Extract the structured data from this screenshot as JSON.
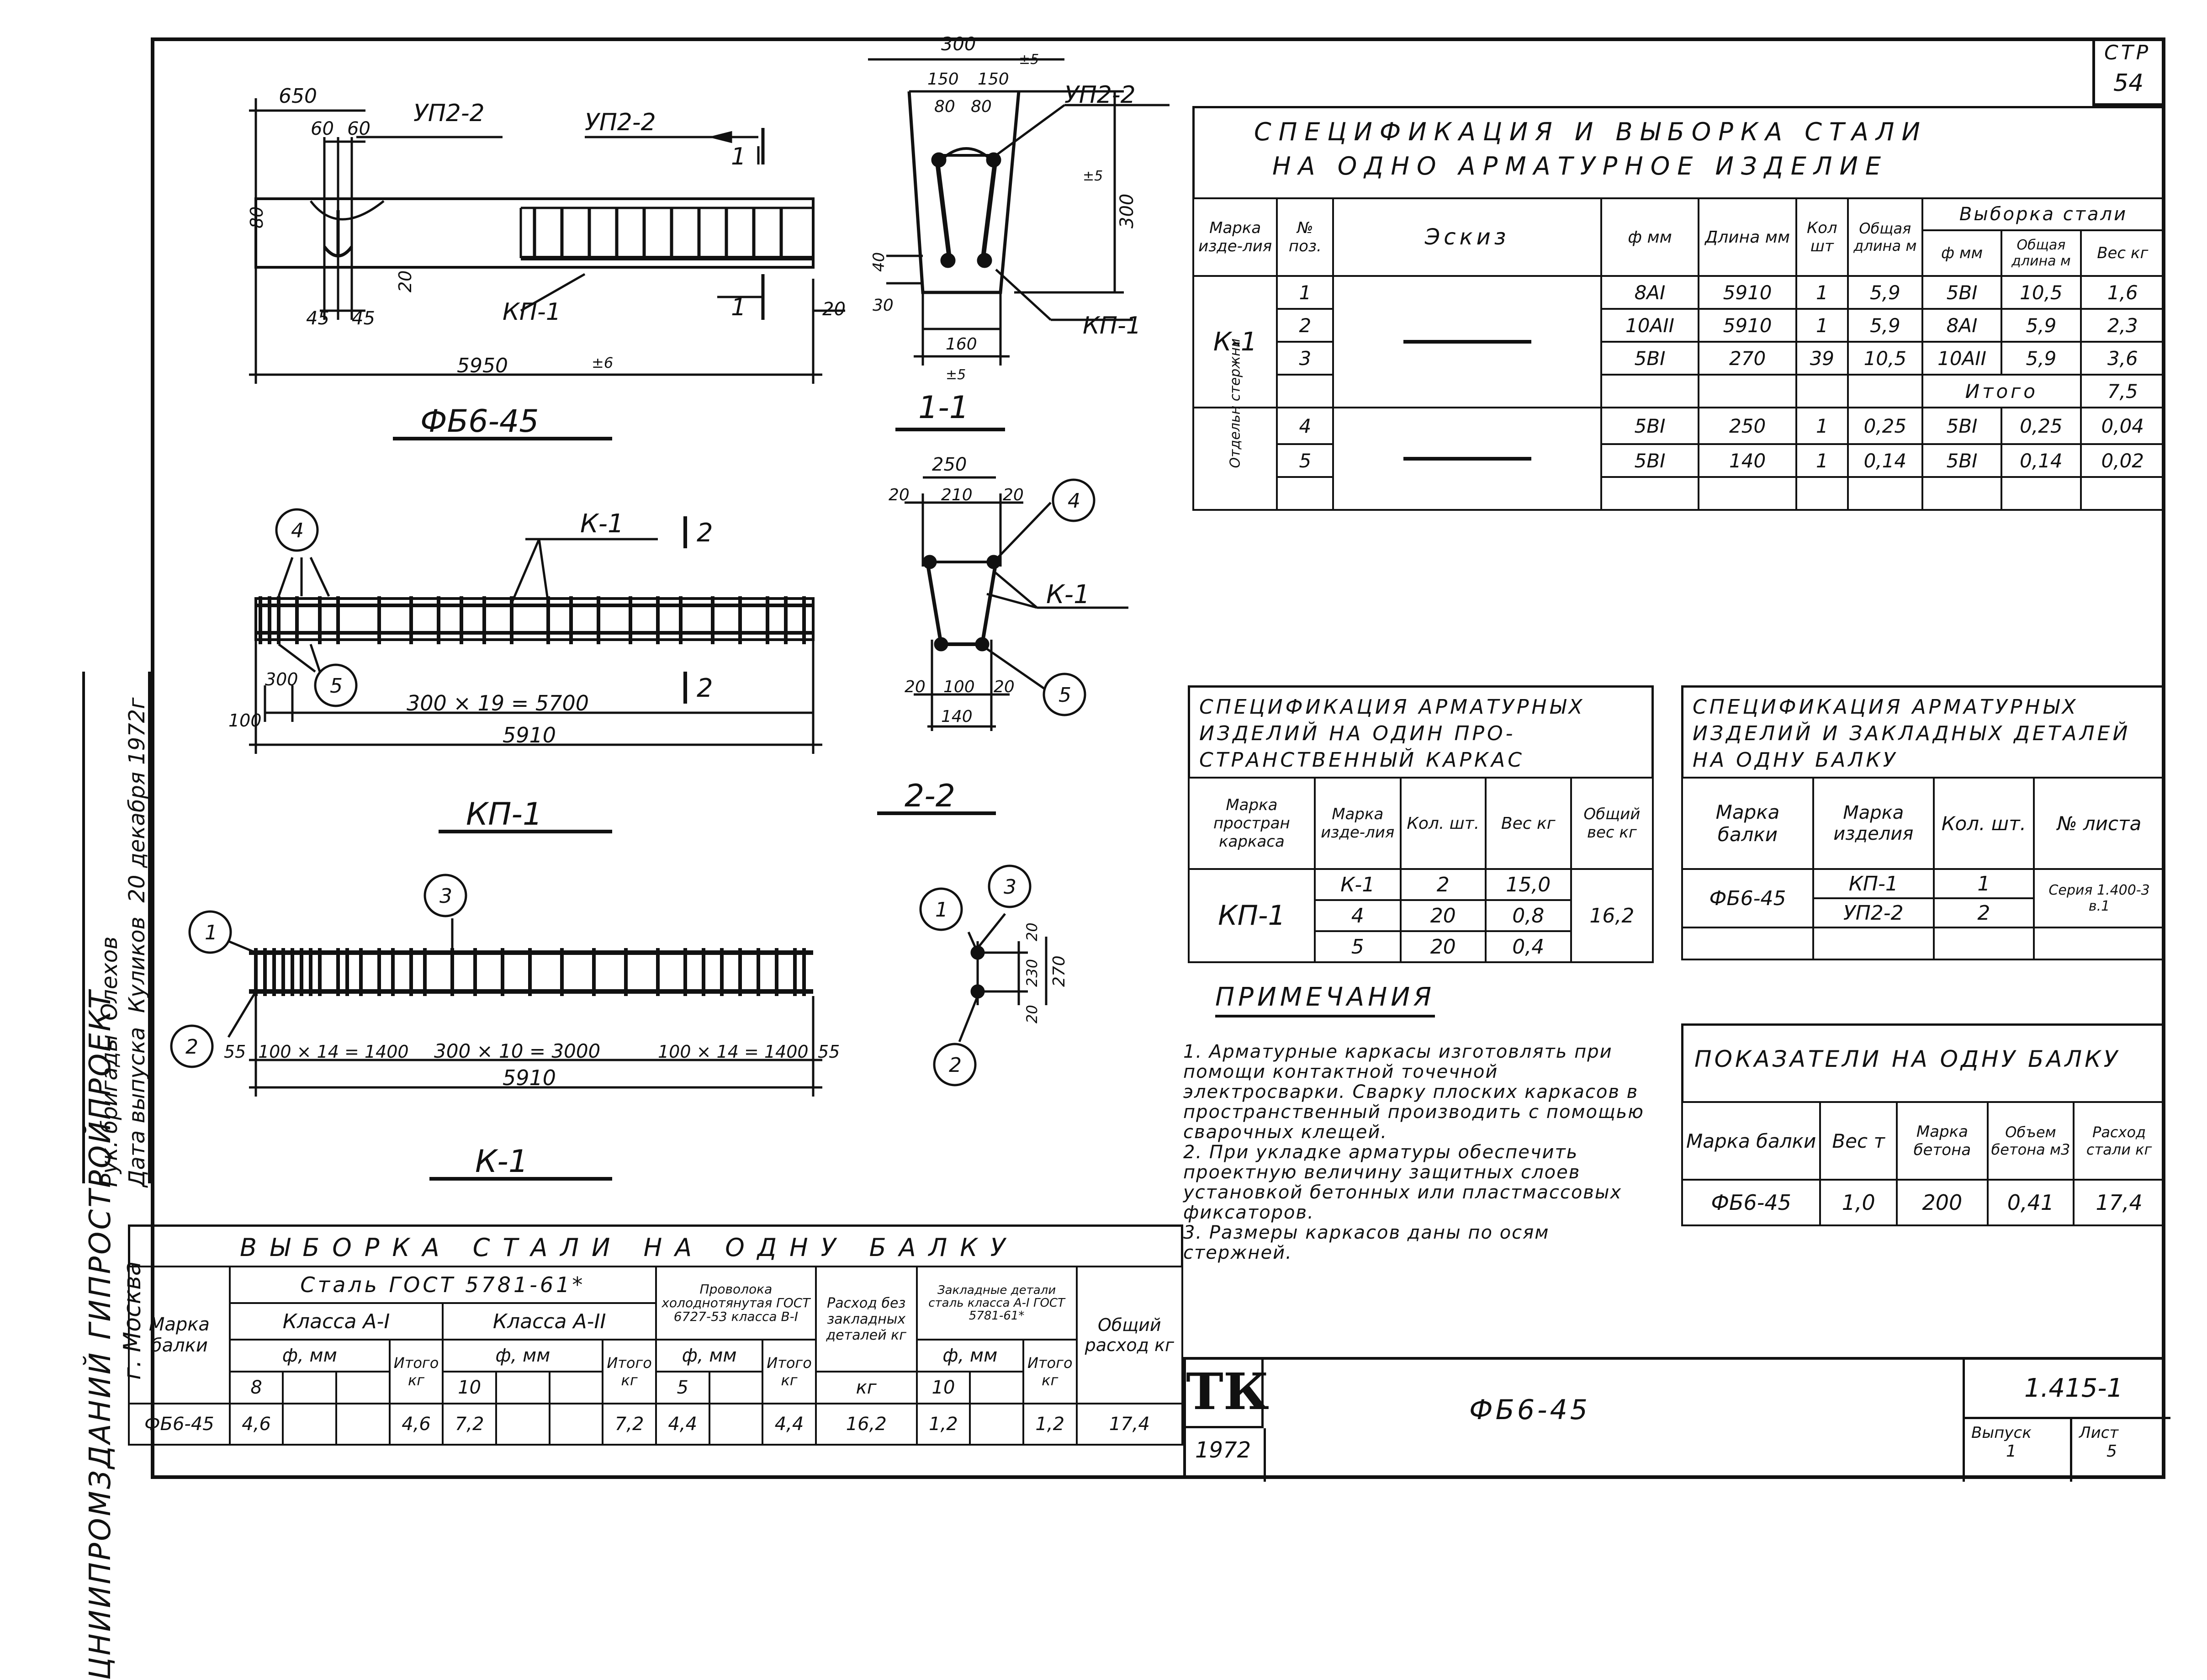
{
  "page": {
    "sheet_label": "СТР",
    "sheet_no": "54"
  },
  "drawings": {
    "fb_title": "ФБ6-45",
    "kp_title": "КП-1",
    "k_title": "К-1",
    "sec11": "1-1",
    "sec22": "2-2",
    "fb": {
      "d650": "650",
      "d60a": "60",
      "d60b": "60",
      "upg_left": "УП2-2",
      "upg_right": "УП2-2",
      "d80": "80",
      "d20": "20",
      "d45a": "45",
      "d45b": "45",
      "kp": "КП-1",
      "d20r": "20",
      "total": "5950",
      "tol": "±6",
      "cut": "1"
    },
    "s11": {
      "d300": "300",
      "tol_top": "±5",
      "d150a": "150",
      "d150b": "150",
      "d80a": "80",
      "d80b": "80",
      "upg": "УП2-2",
      "h300": "300",
      "tol_r": "±5",
      "d40": "40",
      "d30": "30",
      "d160": "160",
      "tol_b": "±5",
      "kp": "КП-1"
    },
    "kp": {
      "k1": "К-1",
      "n4": "4",
      "n5": "5",
      "d300": "300",
      "d100": "100",
      "span": "300 × 19 = 5700",
      "total": "5910",
      "cut": "2"
    },
    "s22": {
      "d250": "250",
      "d20a": "20",
      "d210": "210",
      "d20b": "20",
      "n4": "4",
      "k1": "К-1",
      "n5": "5",
      "d20c": "20",
      "d100": "100",
      "d20d": "20",
      "d140": "140"
    },
    "k": {
      "n1": "1",
      "n2": "2",
      "n3": "3",
      "d55a": "55",
      "span1": "100 × 14 = 1400",
      "span2": "300 × 10 = 3000",
      "span3": "100 × 14 = 1400",
      "d55b": "55",
      "total": "5910"
    },
    "kx": {
      "n1": "1",
      "n2": "2",
      "n3": "3",
      "d20a": "20",
      "d230": "230",
      "d270": "270",
      "d20b": "20"
    }
  },
  "spec_main": {
    "title1": "СПЕЦИФИКАЦИЯ И ВЫБОРКА СТАЛИ",
    "title2": "НА ОДНО АРМАТУРНОЕ ИЗДЕЛИЕ",
    "headers": {
      "marka": "Марка изде-лия",
      "pos": "№ поз.",
      "sketch": "Эскиз",
      "d": "ф мм",
      "len": "Длина мм",
      "qty": "Кол шт",
      "total": "Общая длина м",
      "vyb": "Выборка стали",
      "vd": "ф мм",
      "vlen": "Общая длина м",
      "w": "Вес кг"
    },
    "group1": "К-1",
    "group2": "Отдельн стержни",
    "rows": [
      [
        "1",
        "8АI",
        "5910",
        "1",
        "5,9",
        "5ВI",
        "10,5",
        "1,6"
      ],
      [
        "2",
        "10АII",
        "5910",
        "1",
        "5,9",
        "8АI",
        "5,9",
        "2,3"
      ],
      [
        "3",
        "5ВI",
        "270",
        "39",
        "10,5",
        "10АII",
        "5,9",
        "3,6"
      ],
      [
        "4",
        "5ВI",
        "250",
        "1",
        "0,25",
        "5ВI",
        "0,25",
        "0,04"
      ],
      [
        "5",
        "5ВI",
        "140",
        "1",
        "0,14",
        "5ВI",
        "0,14",
        "0,02"
      ]
    ],
    "itogo": "Итого",
    "itogo_val": "7,5"
  },
  "spec_kp": {
    "title": "СПЕЦИФИКАЦИЯ АРМАТУРНЫХ ИЗДЕЛИЙ НА ОДИН ПРО-СТРАНСТВЕННЫЙ КАРКАС",
    "headers": [
      "Марка простран каркаса",
      "Марка изде-лия",
      "Кол. шт.",
      "Вес кг",
      "Общий вес кг"
    ],
    "marka": "КП-1",
    "rows": [
      [
        "К-1",
        "2",
        "15,0"
      ],
      [
        "4",
        "20",
        "0,8"
      ],
      [
        "5",
        "20",
        "0,4"
      ]
    ],
    "total": "16,2"
  },
  "spec_beam": {
    "title": "СПЕЦИФИКАЦИЯ АРМАТУРНЫХ ИЗДЕЛИЙ И ЗАКЛАДНЫХ ДЕТАЛЕЙ НА ОДНУ БАЛКУ",
    "headers": [
      "Марка балки",
      "Марка изделия",
      "Кол. шт.",
      "№ листа"
    ],
    "marka": "ФБ6-45",
    "rows": [
      [
        "КП-1",
        "1"
      ],
      [
        "УП2-2",
        "2"
      ]
    ],
    "sheet": "Серия 1.400-3 в.1"
  },
  "notes": {
    "title": "ПРИМЕЧАНИЯ",
    "items": [
      "1. Арматурные каркасы изготовлять при помощи контактной точечной электросварки. Сварку плоских каркасов в пространственный производить с помощью сварочных клещей.",
      "2. При укладке арматуры обеспечить проектную величину защитных слоев установкой бетонных или пластмассовых фиксаторов.",
      "3. Размеры каркасов даны по осям стержней."
    ]
  },
  "indicators": {
    "title": "ПОКАЗАТЕЛИ НА ОДНУ БАЛКУ",
    "headers": [
      "Марка балки",
      "Вес т",
      "Марка бетона",
      "Объем бетона м3",
      "Расход стали кг"
    ],
    "row": [
      "ФБ6-45",
      "1,0",
      "200",
      "0,41",
      "17,4"
    ]
  },
  "steel": {
    "title": "ВЫБОРКА СТАЛИ НА ОДНУ БАЛКУ",
    "marka_h": "Марка балки",
    "g1": "Сталь ГОСТ 5781-61*",
    "cA1": "Класса А-I",
    "cA2": "Класса А-II",
    "g2": "Проволока холоднотянутая ГОСТ 6727-53 класса В-I",
    "g3": "Расход без закладных деталей кг",
    "g4": "Закладные детали сталь класса А-I ГОСТ 5781-61*",
    "g5": "Общий расход кг",
    "fi": "ф, мм",
    "itogo": "Итого",
    "kg": "кг",
    "d8": "8",
    "d10": "10",
    "d5": "5",
    "d10b": "10",
    "row": [
      "ФБ6-45",
      "4,6",
      "4,6",
      "7,2",
      "7,2",
      "4,4",
      "4,4",
      "16,2",
      "1,2",
      "1,2",
      "17,4"
    ]
  },
  "stamp": {
    "logo": "ТК",
    "year": "1972",
    "name": "ФБ6-45",
    "series": "1.415-1",
    "issue_h": "Выпуск",
    "issue": "1",
    "sheet_h": "Лист",
    "sheet": "5"
  },
  "side": {
    "org": "ЦНИИПРОМЗДАНИЙ ГИПРОСТРОЙПРОЕКТ",
    "city": "г. Москва",
    "r1_role": "Рук. бригады",
    "r1_name": "Олехов",
    "r2_role": "Дата выпуска",
    "r2_name": "Куликов",
    "date": "20 декабря 1972г"
  }
}
